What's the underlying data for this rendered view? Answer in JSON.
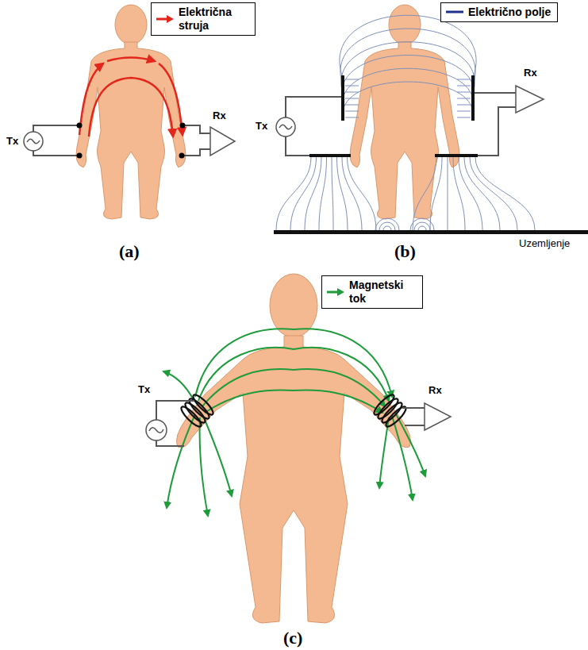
{
  "diagram": {
    "labels": [
      "Tx",
      "Rx",
      "(a)",
      "Tx",
      "Rx",
      "Uzemljenje",
      "(b)",
      "Tx",
      "Rx",
      "(c)"
    ],
    "legend": [
      {
        "text": "Električna struja"
      },
      {
        "text": "Električno polje"
      },
      {
        "text": "Magnetski tok"
      }
    ]
  }
}
